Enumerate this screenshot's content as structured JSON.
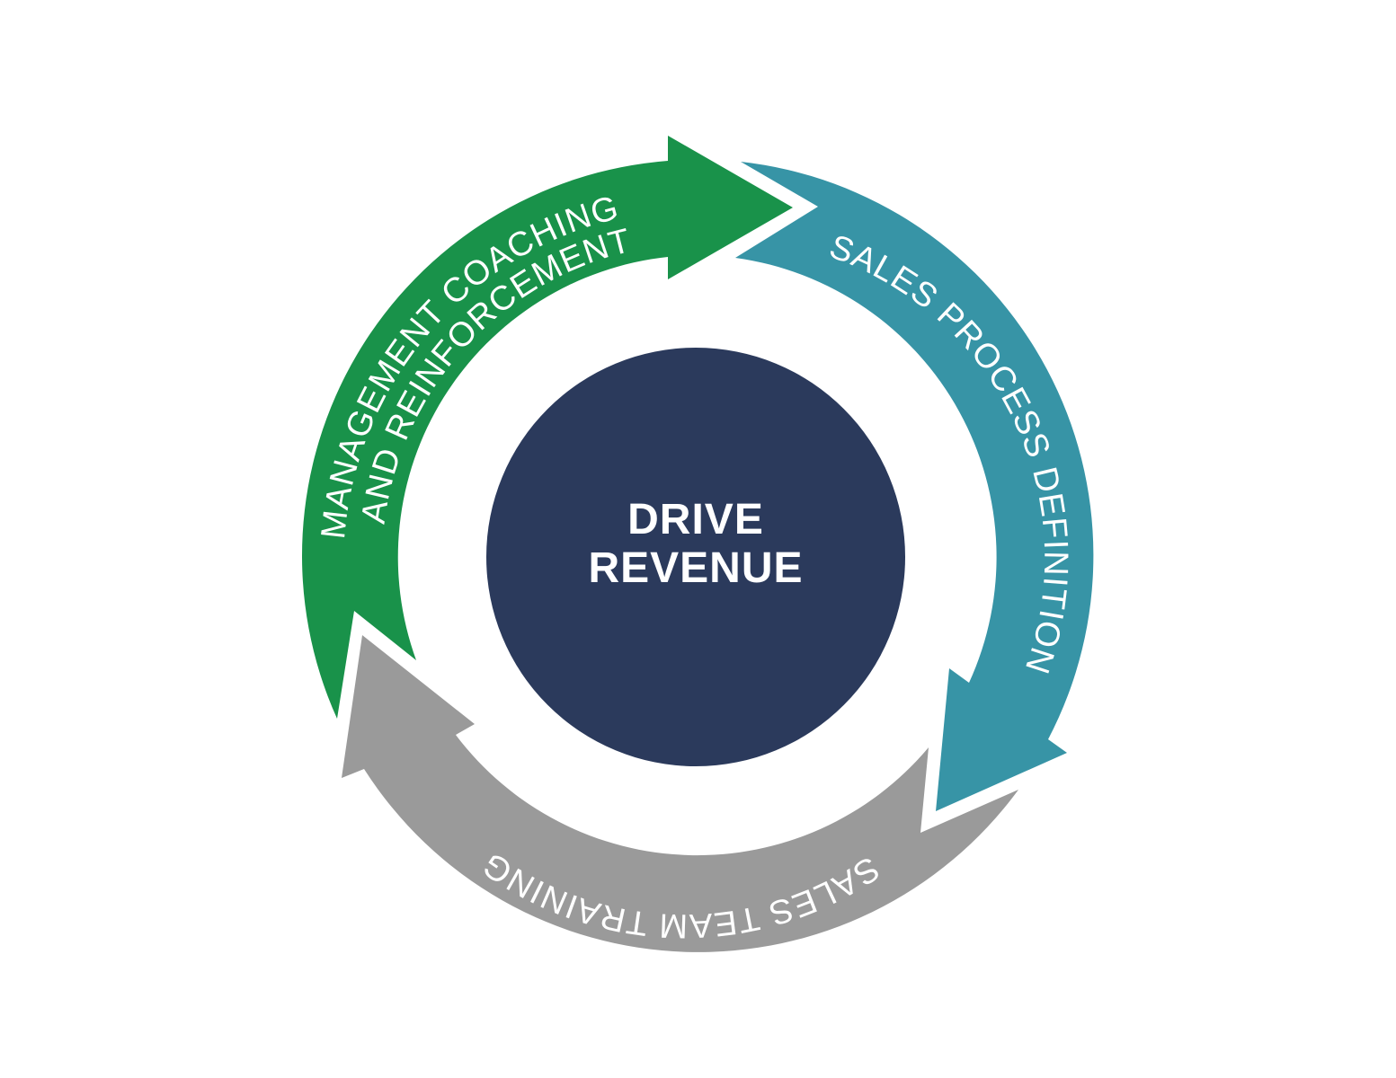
{
  "center": {
    "line1": "DRIVE",
    "line2": "REVENUE",
    "color": "#2b3a5c"
  },
  "segments": [
    {
      "id": "management",
      "line1": "MANAGEMENT COACHING",
      "line2": "AND REINFORCEMENT",
      "color": "#19924a"
    },
    {
      "id": "process",
      "line1": "SALES PROCESS DEFINITION",
      "color": "#3794a6"
    },
    {
      "id": "training",
      "line1": "SALES TEAM TRAINING",
      "color": "#9a9a9a"
    }
  ]
}
